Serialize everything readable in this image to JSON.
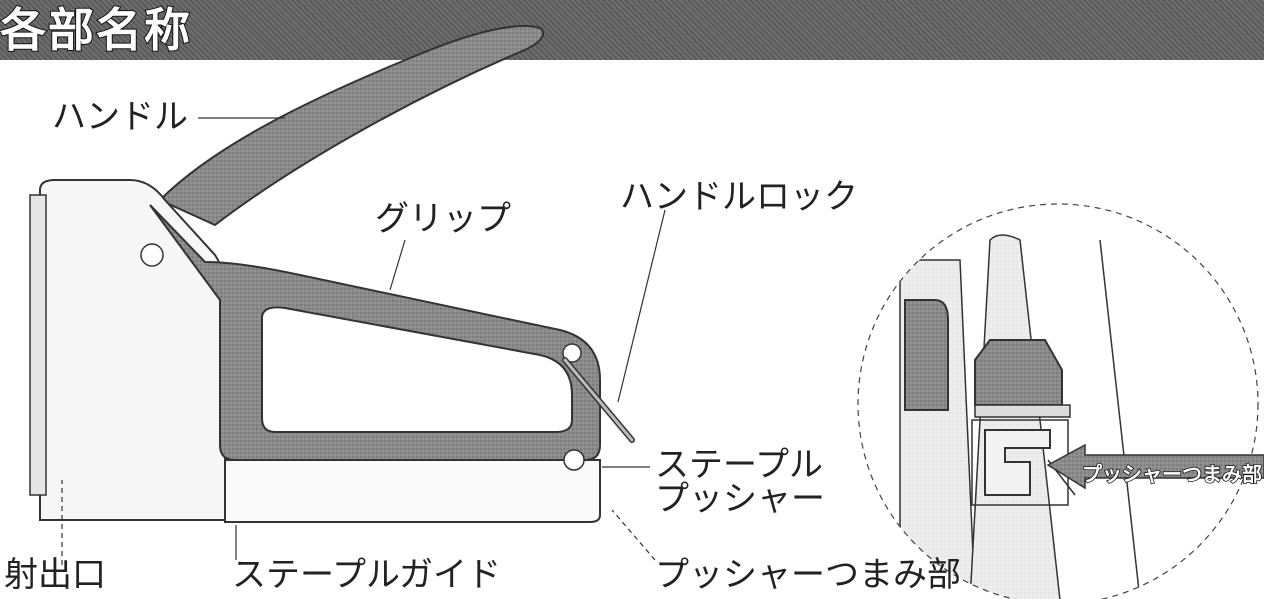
{
  "header": {
    "title": "各部名称"
  },
  "labels": {
    "handle": "ハンドル",
    "grip": "グリップ",
    "handle_lock": "ハンドルロック",
    "staple_pusher": "ステープル\nプッシャー",
    "outlet": "射出口",
    "staple_guide": "ステープルガイド",
    "pusher_knob": "プッシャーつまみ部"
  },
  "inset": {
    "callout": "プッシャーつまみ部"
  },
  "colors": {
    "body_fill": "#8a8a8a",
    "header_fill": "#5f5f5f",
    "line": "#333333"
  }
}
